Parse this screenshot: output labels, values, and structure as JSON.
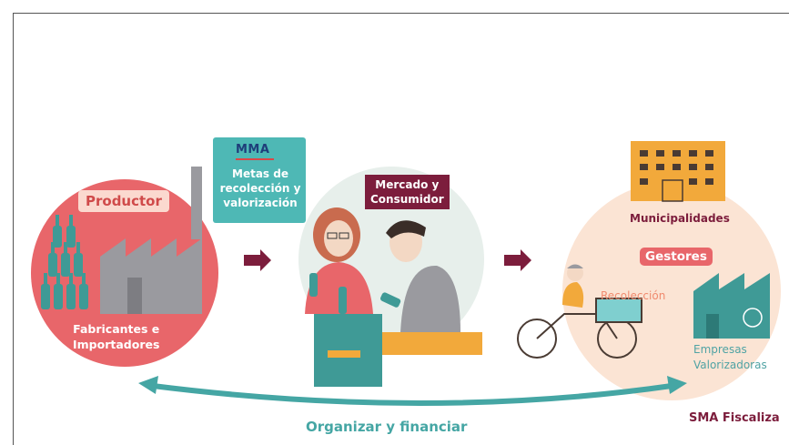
{
  "productor": {
    "tag": "Productor",
    "line1": "Fabricantes e",
    "line2": "Importadores"
  },
  "mma": {
    "logo": "MMA",
    "line1": "Metas de",
    "line2": "recolección y",
    "line3": "valorización"
  },
  "mercado": {
    "line1": "Mercado y",
    "line2": "Consumidor"
  },
  "gestores": {
    "municipalidades": "Municipalidades",
    "tag": "Gestores",
    "recoleccion": "Recolección",
    "empresas_line1": "Empresas",
    "empresas_line2": "Valorizadoras"
  },
  "flow": {
    "organizar": "Organizar y financiar",
    "sma": "SMA Fiscaliza"
  },
  "colors": {
    "productor_circle": "#e8666a",
    "teal": "#4eb8b5",
    "maroon": "#7c1d3c",
    "peach": "#fbe4d4",
    "factory_gray": "#9a9a9f"
  }
}
